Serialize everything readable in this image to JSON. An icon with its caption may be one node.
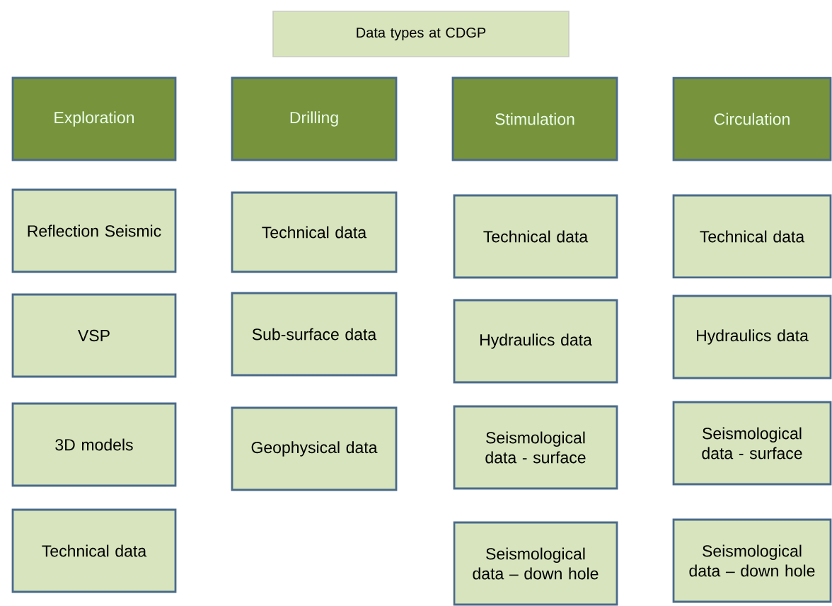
{
  "diagram": {
    "nodes": [
      {
        "text": [
          "Data types at CDGP"
        ]
      },
      {
        "text": [
          "Exploration"
        ]
      },
      {
        "text": [
          "Drilling"
        ]
      },
      {
        "text": [
          "Stimulation"
        ]
      },
      {
        "text": [
          "Circulation"
        ]
      },
      {
        "text": [
          "Reflection Seismic"
        ]
      },
      {
        "text": [
          "VSP"
        ]
      },
      {
        "text": [
          "3D models"
        ]
      },
      {
        "text": [
          "Technical data"
        ]
      },
      {
        "text": [
          "Technical data"
        ]
      },
      {
        "text": [
          "Sub-surface data"
        ]
      },
      {
        "text": [
          "Geophysical data"
        ]
      },
      {
        "text": [
          "Technical data"
        ]
      },
      {
        "text": [
          "Hydraulics data"
        ]
      },
      {
        "text": [
          "Seismological data - surface"
        ]
      },
      {
        "text": [
          "Seismological data – down hole"
        ]
      },
      {
        "text": [
          "Technical data"
        ]
      },
      {
        "text": [
          "Hydraulics data"
        ]
      },
      {
        "text": [
          "Seismological data - surface"
        ]
      },
      {
        "text": [
          "Seismological data – down hole"
        ]
      }
    ]
  }
}
